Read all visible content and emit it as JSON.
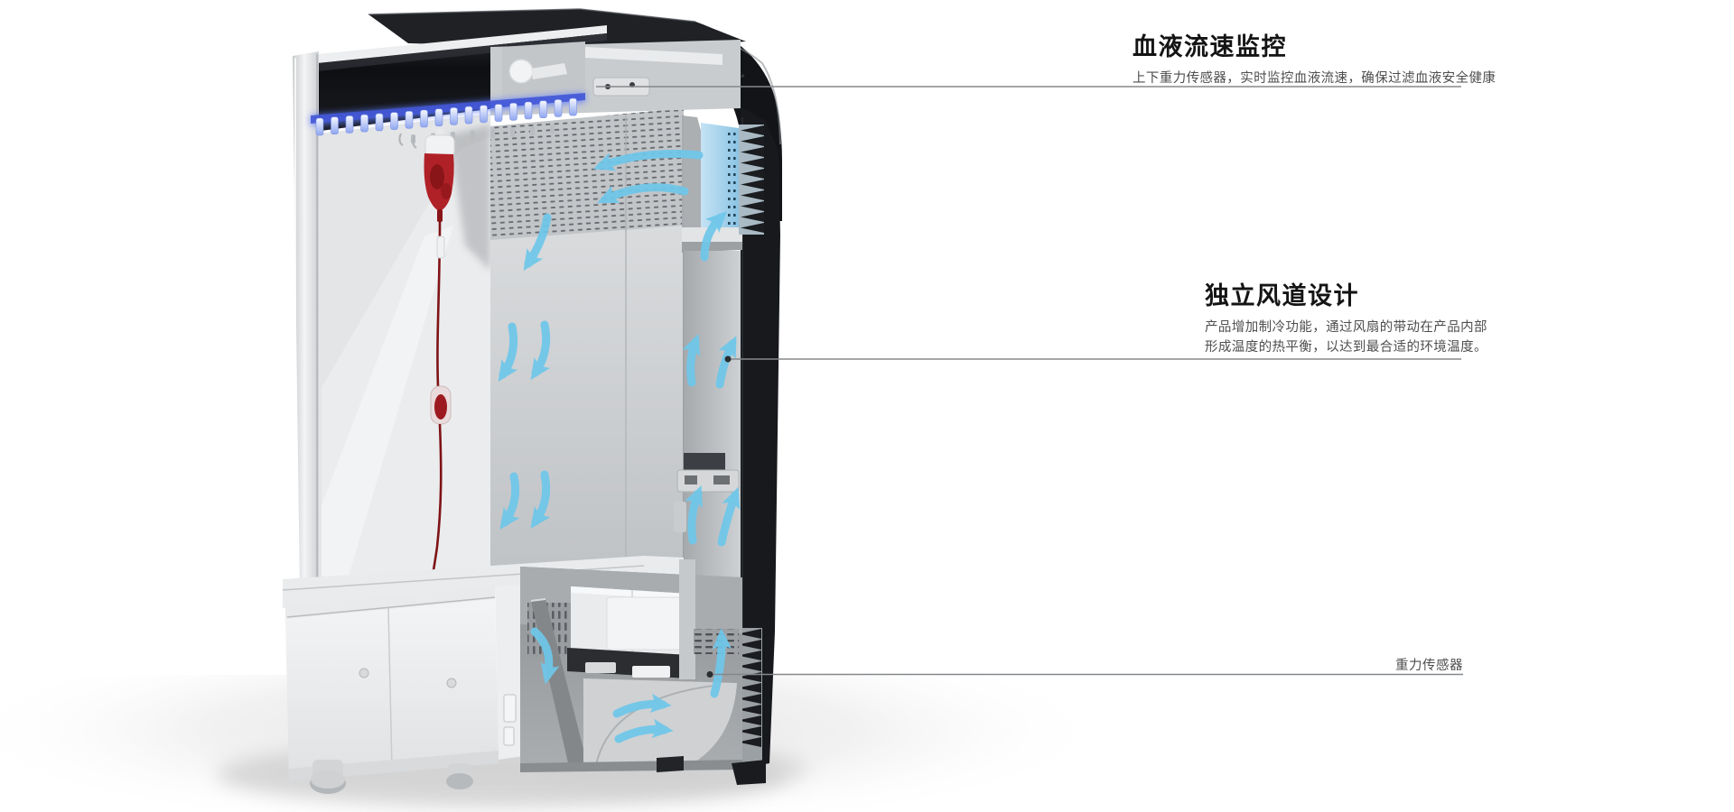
{
  "page": {
    "background_color": "#ffffff"
  },
  "illustration": {
    "subject": "blood-processing-device-cutaway-render",
    "colors": {
      "arrow_blue": "#6fc7ea",
      "led_blue": "#4b63e0",
      "blood_red": "#ab2025",
      "shell_black": "#17191c",
      "panel_silver": "#d6d8da"
    }
  },
  "annotations": {
    "blood_flow": {
      "title": "血液流速监控",
      "body": "上下重力传感器，实时监控血液流速，确保过滤血液安全健康"
    },
    "air_duct": {
      "title": "独立风道设计",
      "body_line1": "产品增加制冷功能，通过风扇的带动在产品内部",
      "body_line2": "形成温度的热平衡，以达到最合适的环境温度。"
    },
    "gravity_sensor": {
      "label": "重力传感器"
    }
  }
}
